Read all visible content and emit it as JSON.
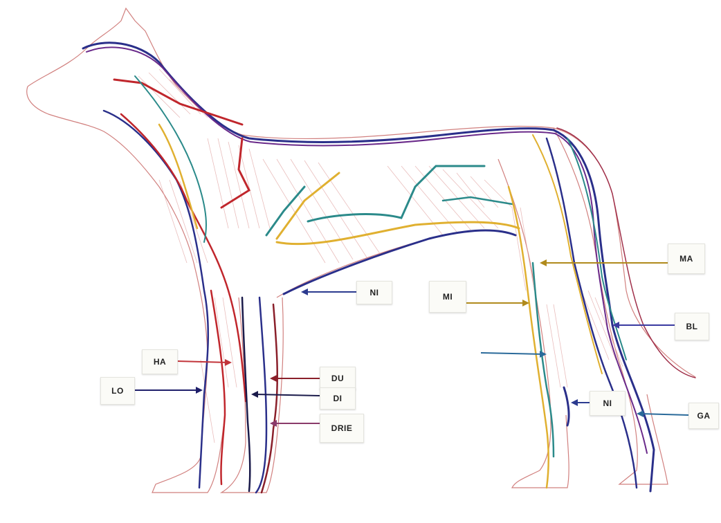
{
  "labels": {
    "ma": "MA",
    "ni_upper": "NI",
    "mi": "MI",
    "bl": "BL",
    "ha": "HA",
    "du": "DU",
    "lo": "LO",
    "di": "DI",
    "drie": "DRIE",
    "ni_lower": "NI",
    "ga": "GA"
  },
  "colors": {
    "ma": "#b08a1c",
    "ni": "#2b3a8f",
    "mi": "#b08a1c",
    "bl": "#3a3aa0",
    "ha": "#c2343a",
    "du": "#8a1f2a",
    "lo": "#1e1e6a",
    "di": "#1a1a4a",
    "drie": "#8a3a6a",
    "ga": "#2a6a9a",
    "muscle": "#d99a98",
    "meridian_red": "#c0262c",
    "meridian_blue": "#2a2f8a",
    "meridian_teal": "#2b8a8a",
    "meridian_gold": "#e0b030"
  }
}
